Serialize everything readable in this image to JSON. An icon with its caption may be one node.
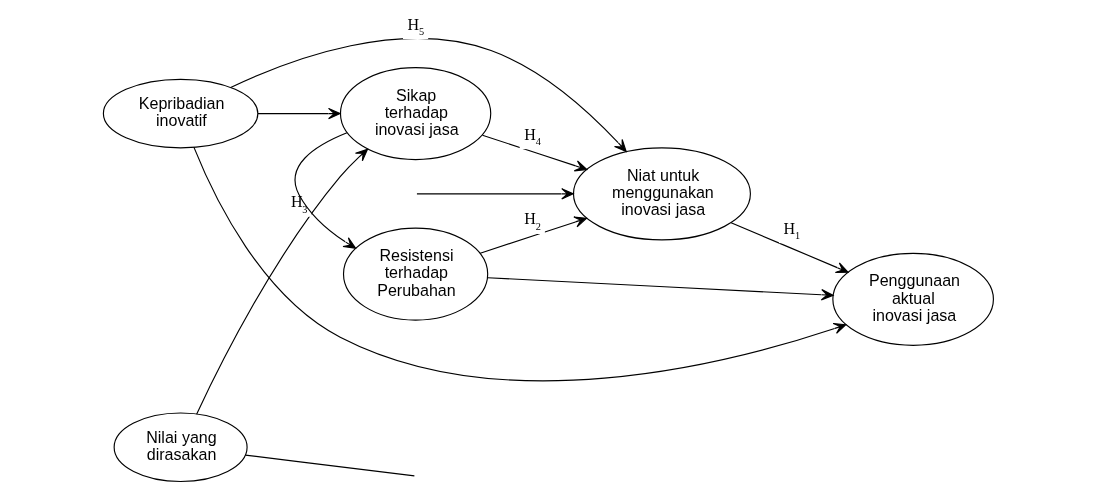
{
  "diagram": {
    "nodes": [
      {
        "text": [
          "Resistensi terhadap Perubahan"
        ]
      },
      {
        "text": [
          "Nilai yang dirasakan"
        ]
      },
      {
        "text": [
          "Sikap terhadap inovasi jasa"
        ]
      },
      {
        "text": [
          "Kepribadian inovatif"
        ]
      },
      {
        "text": [
          "Niat untuk menggunakan inovasi jasa"
        ]
      },
      {
        "text": [
          "Penggunaan aktual inovasi jasa"
        ]
      }
    ],
    "edges": [
      {
        "from": 2,
        "to": 0,
        "arrow": "to"
      },
      {
        "from": 0,
        "to": 4,
        "arrow": "to",
        "label": "H$_{2}$"
      },
      {
        "from": 0,
        "to": 5,
        "arrow": "to"
      },
      {
        "from": 1,
        "to": 2,
        "arrow": "to",
        "label": "H$_{3}$"
      },
      {
        "from": 2,
        "to": 4,
        "arrow": "to",
        "label": "H$_{4}$"
      },
      {
        "from": 4,
        "to": 5,
        "arrow": "to",
        "label": "H$_{1}$"
      },
      {
        "from": 3,
        "to": 2,
        "arrow": "to"
      },
      {
        "from": 3,
        "to": 4,
        "arrow": "to",
        "label": "H$_{5}$"
      },
      {
        "from": 3,
        "to": 5,
        "arrow": "to"
      },
      {
        "from": 1,
        "to": null,
        "arrow": "none"
      },
      {
        "from": null,
        "to": 4,
        "arrow": "to"
      }
    ]
  }
}
